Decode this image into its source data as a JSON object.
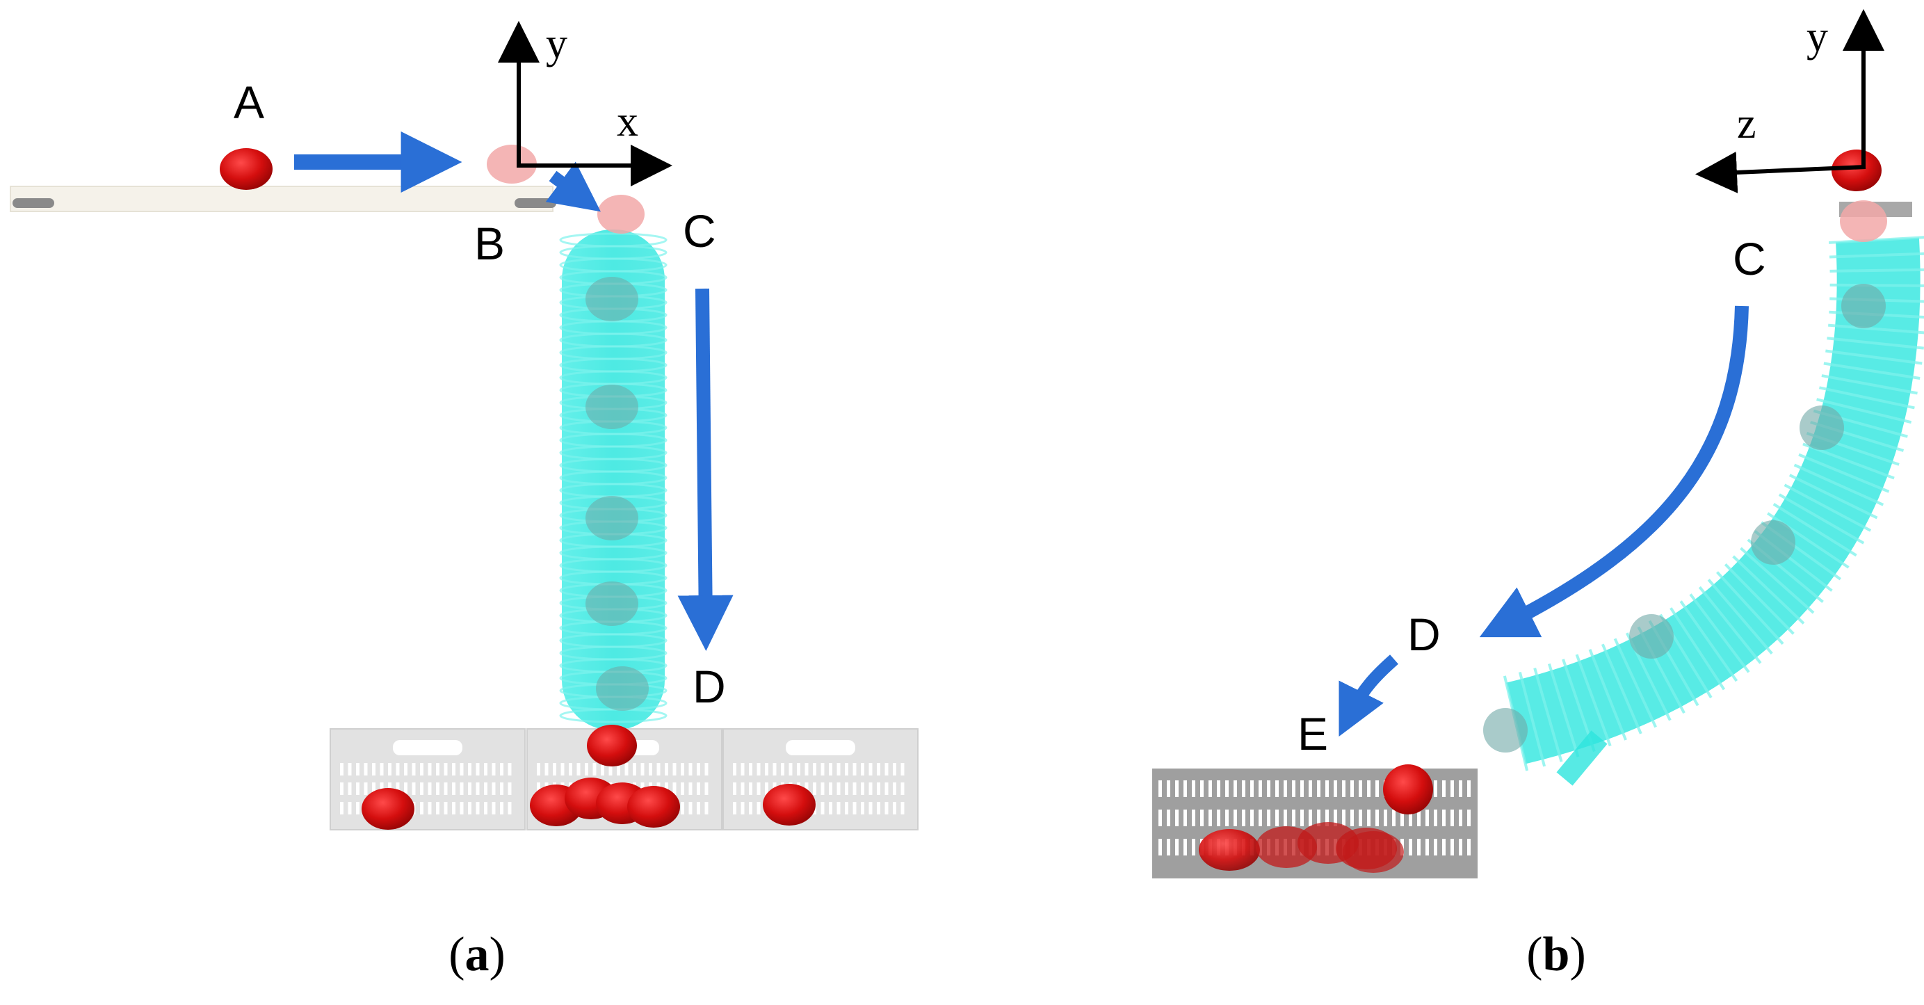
{
  "panel_a": {
    "axis_x": "x",
    "axis_y": "y",
    "points": {
      "A": "A",
      "B": "B",
      "C": "C",
      "D": "D"
    },
    "caption_open": "(",
    "caption_letter": "a",
    "caption_close": ")"
  },
  "panel_b": {
    "axis_z": "z",
    "axis_y": "y",
    "points": {
      "C": "C",
      "D": "D",
      "E": "E"
    },
    "caption_open": "(",
    "caption_letter": "b",
    "caption_close": ")"
  },
  "colors": {
    "arrow": "#2a6fd6",
    "tube": "#2ee6de",
    "tube_rib": "#54efe8",
    "fruit": "#d40e0e",
    "fruit_ghost": "#f2a8a8",
    "crate": "#d9d9d9",
    "crate_dark": "#9a9a9a",
    "axis": "#000000"
  }
}
